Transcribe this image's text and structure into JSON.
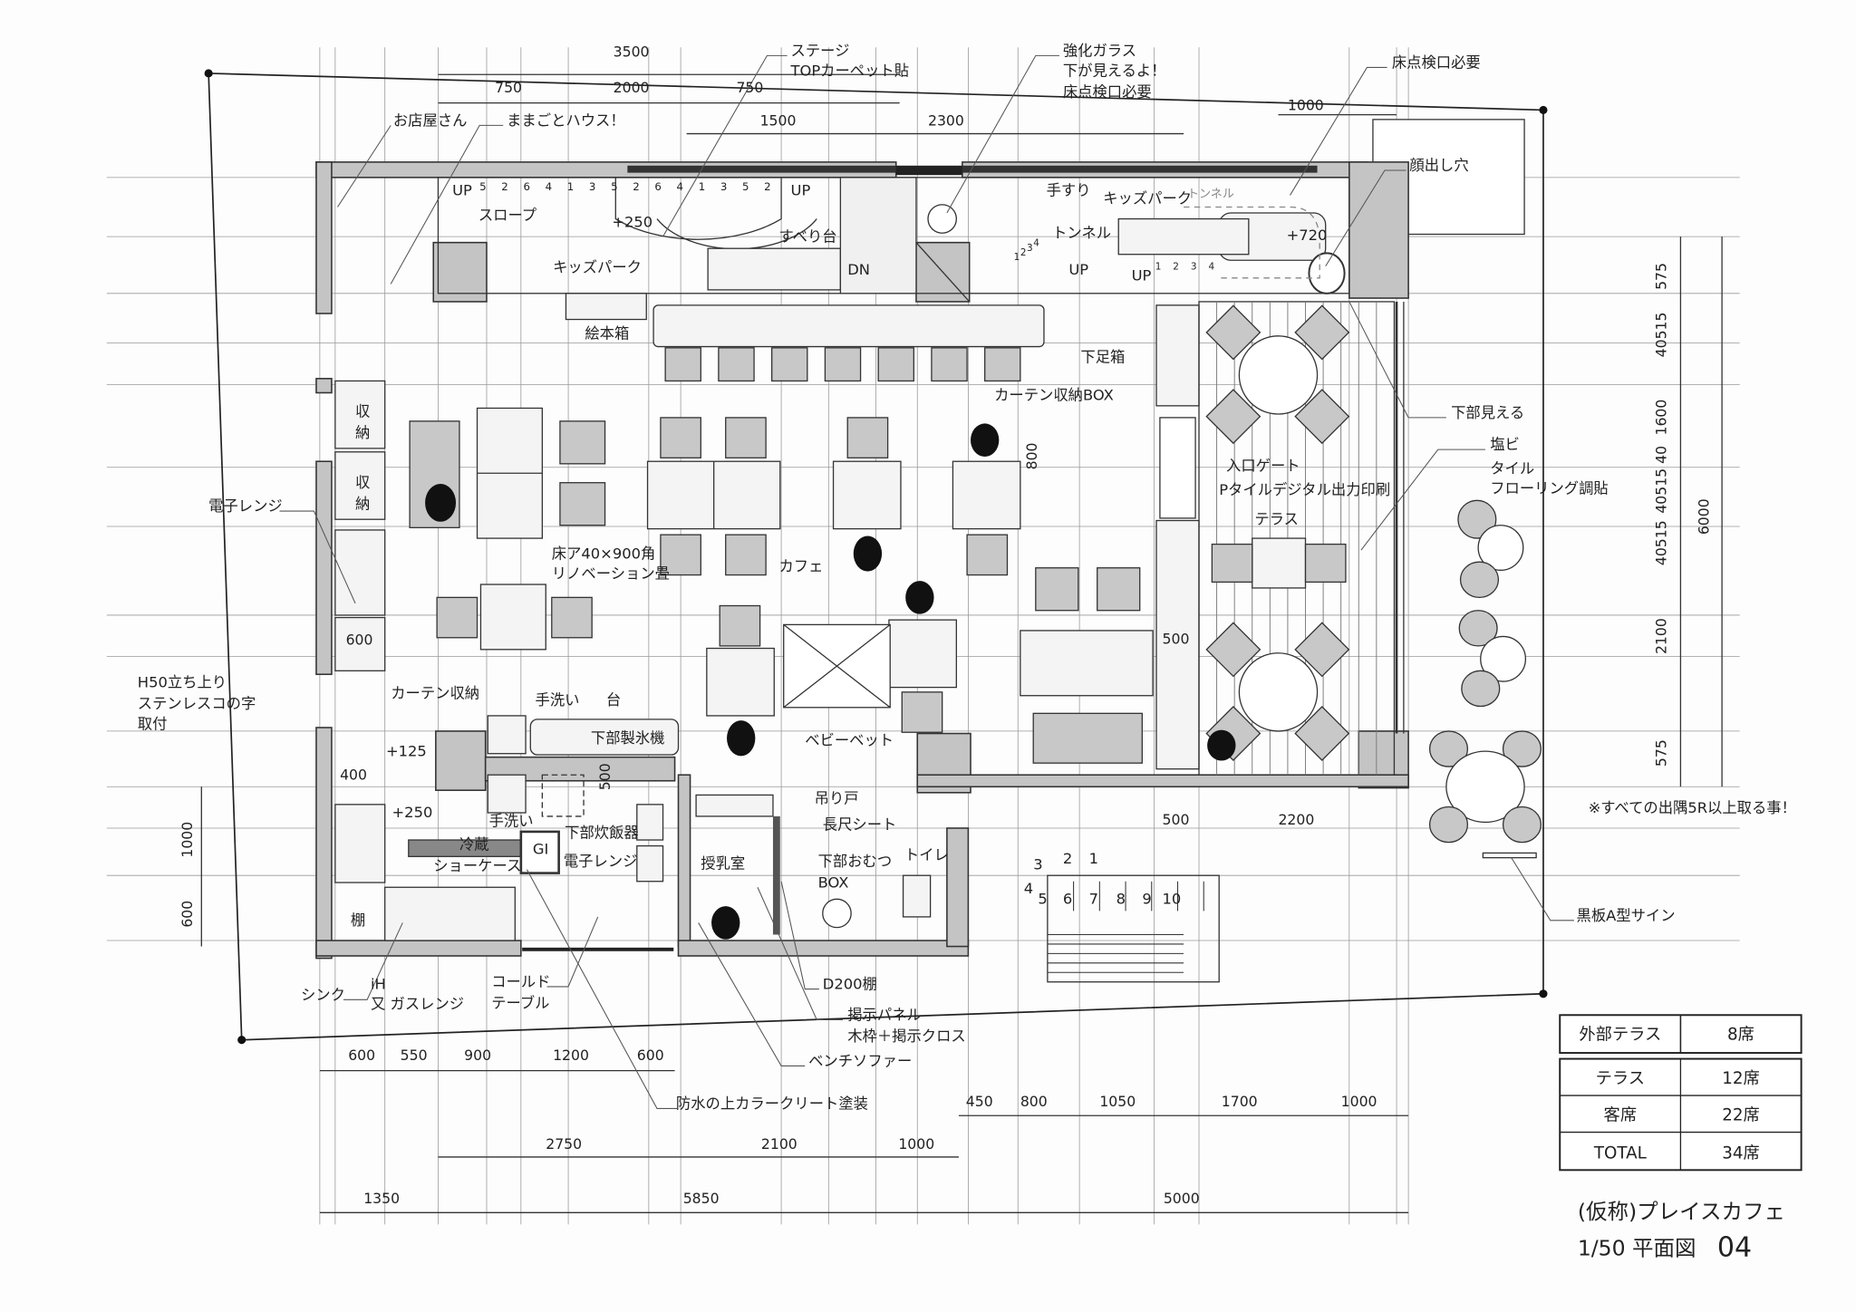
{
  "title": {
    "project": "(仮称)プレイスカフェ",
    "scale_and_name": "1/50 平面図",
    "sheet_no": "04"
  },
  "seat_table": {
    "outdoor": {
      "label": "外部テラス",
      "value": "8席"
    },
    "rows": [
      {
        "label": "テラス",
        "value": "12席"
      },
      {
        "label": "客席",
        "value": "22席"
      },
      {
        "label": "TOTAL",
        "value": "34席"
      }
    ]
  },
  "annotations": [
    "ステージ",
    "TOPカーペット貼",
    "強化ガラス",
    "下が見えるよ！",
    "床点検口必要",
    "床点検口必要",
    "お店屋さん",
    "ままごとハウス！",
    "顔出し穴",
    "スロープ",
    "+250",
    "すべり台",
    "キッズパーク",
    "DN",
    "手すり",
    "キッズパーク",
    "トンネル",
    "トンネル",
    "+720",
    "UP",
    "UP",
    "UP",
    "UP",
    "絵本箱",
    "下足箱",
    "カーテン収納BOX",
    "下部見える",
    "塩ビ",
    "タイル",
    "フローリング調貼",
    "入口ゲート",
    "Pタイルデジタル出力印刷",
    "テラス",
    "収",
    "納",
    "収",
    "納",
    "電子レンジ",
    "床ア40×900角",
    "リノベーション畳",
    "カフェ",
    "H50立ち上り",
    "ステンレスコの字",
    "取付",
    "カーテン収納",
    "手洗い",
    "台",
    "下部製氷機",
    "ベビーベット",
    "+125",
    "+250",
    "手洗い",
    "吊り戸",
    "下部炊飯器",
    "冷蔵",
    "GI",
    "長尺シート",
    "ショーケース",
    "電子レンジ",
    "授乳室",
    "下部おむつ",
    "BOX",
    "トイレ",
    "棚",
    "iH",
    "又 ガスレンジ",
    "シンク",
    "コールド",
    "テーブル",
    "D200棚",
    "掲示パネル",
    "木枠＋掲示クロス",
    "ベンチソファー",
    "防水の上カラークリート塗装",
    "※すべての出隅5R以上取る事！",
    "黒板A型サイン"
  ],
  "dimensions": [
    "3500",
    "750",
    "2000",
    "750",
    "1500",
    "2300",
    "1000",
    "600",
    "500",
    "400",
    "500",
    "500",
    "2200",
    "800",
    "575",
    "40515",
    "1600",
    "40515 40",
    "40515",
    "6000",
    "2100",
    "575",
    "1000",
    "600",
    "600",
    "550",
    "900",
    "1200",
    "600",
    "450",
    "800",
    "1050",
    "1700",
    "1000",
    "2750",
    "2100",
    "1000",
    "1350",
    "5850",
    "5000"
  ],
  "stair_numbers": {
    "stage": [
      "5",
      "2",
      "6",
      "4",
      "1",
      "3",
      "5",
      "2",
      "6",
      "4",
      "1",
      "3",
      "5",
      "2"
    ],
    "kids_left": [
      "4",
      "3",
      "2",
      "1"
    ],
    "kids_right": [
      "1",
      "2",
      "3",
      "4"
    ],
    "exit": [
      "3",
      "2",
      "1",
      "4",
      "5",
      "6",
      "7",
      "8",
      "9",
      "10"
    ]
  }
}
